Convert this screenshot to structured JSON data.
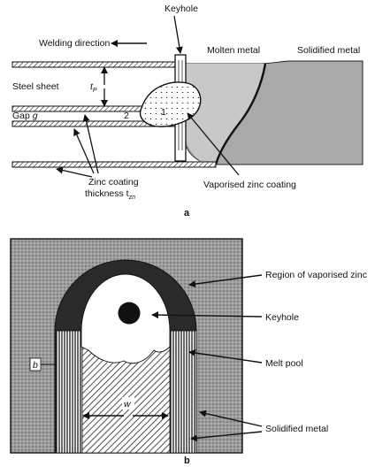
{
  "panel_a": {
    "letter": "a",
    "labels": {
      "keyhole": "Keyhole",
      "welding_direction": "Welding direction",
      "molten_metal": "Molten metal",
      "solidified_metal": "Solidified metal",
      "steel_sheet": "Steel sheet",
      "tp_main": "t",
      "tp_sub": "P",
      "gap_main": "Gap ",
      "gap_var": "g",
      "region_2": "2",
      "region_1": "1",
      "zinc_coating": "Zinc coating",
      "thickness_main": "thickness t",
      "thickness_sub": "zn",
      "vaporised_zinc": "Vaporised zinc coating"
    }
  },
  "panel_b": {
    "letter": "b",
    "labels": {
      "region_vaporised_zinc": "Region of vaporised zinc",
      "keyhole": "Keyhole",
      "melt_pool": "Melt pool",
      "solidified_metal": "Solidified metal",
      "b": "b",
      "w": "w"
    }
  },
  "colors": {
    "ink": "#111111",
    "gray_fill": "#a9a9a9",
    "dark_fill": "#2a2a2a",
    "white": "#ffffff"
  }
}
